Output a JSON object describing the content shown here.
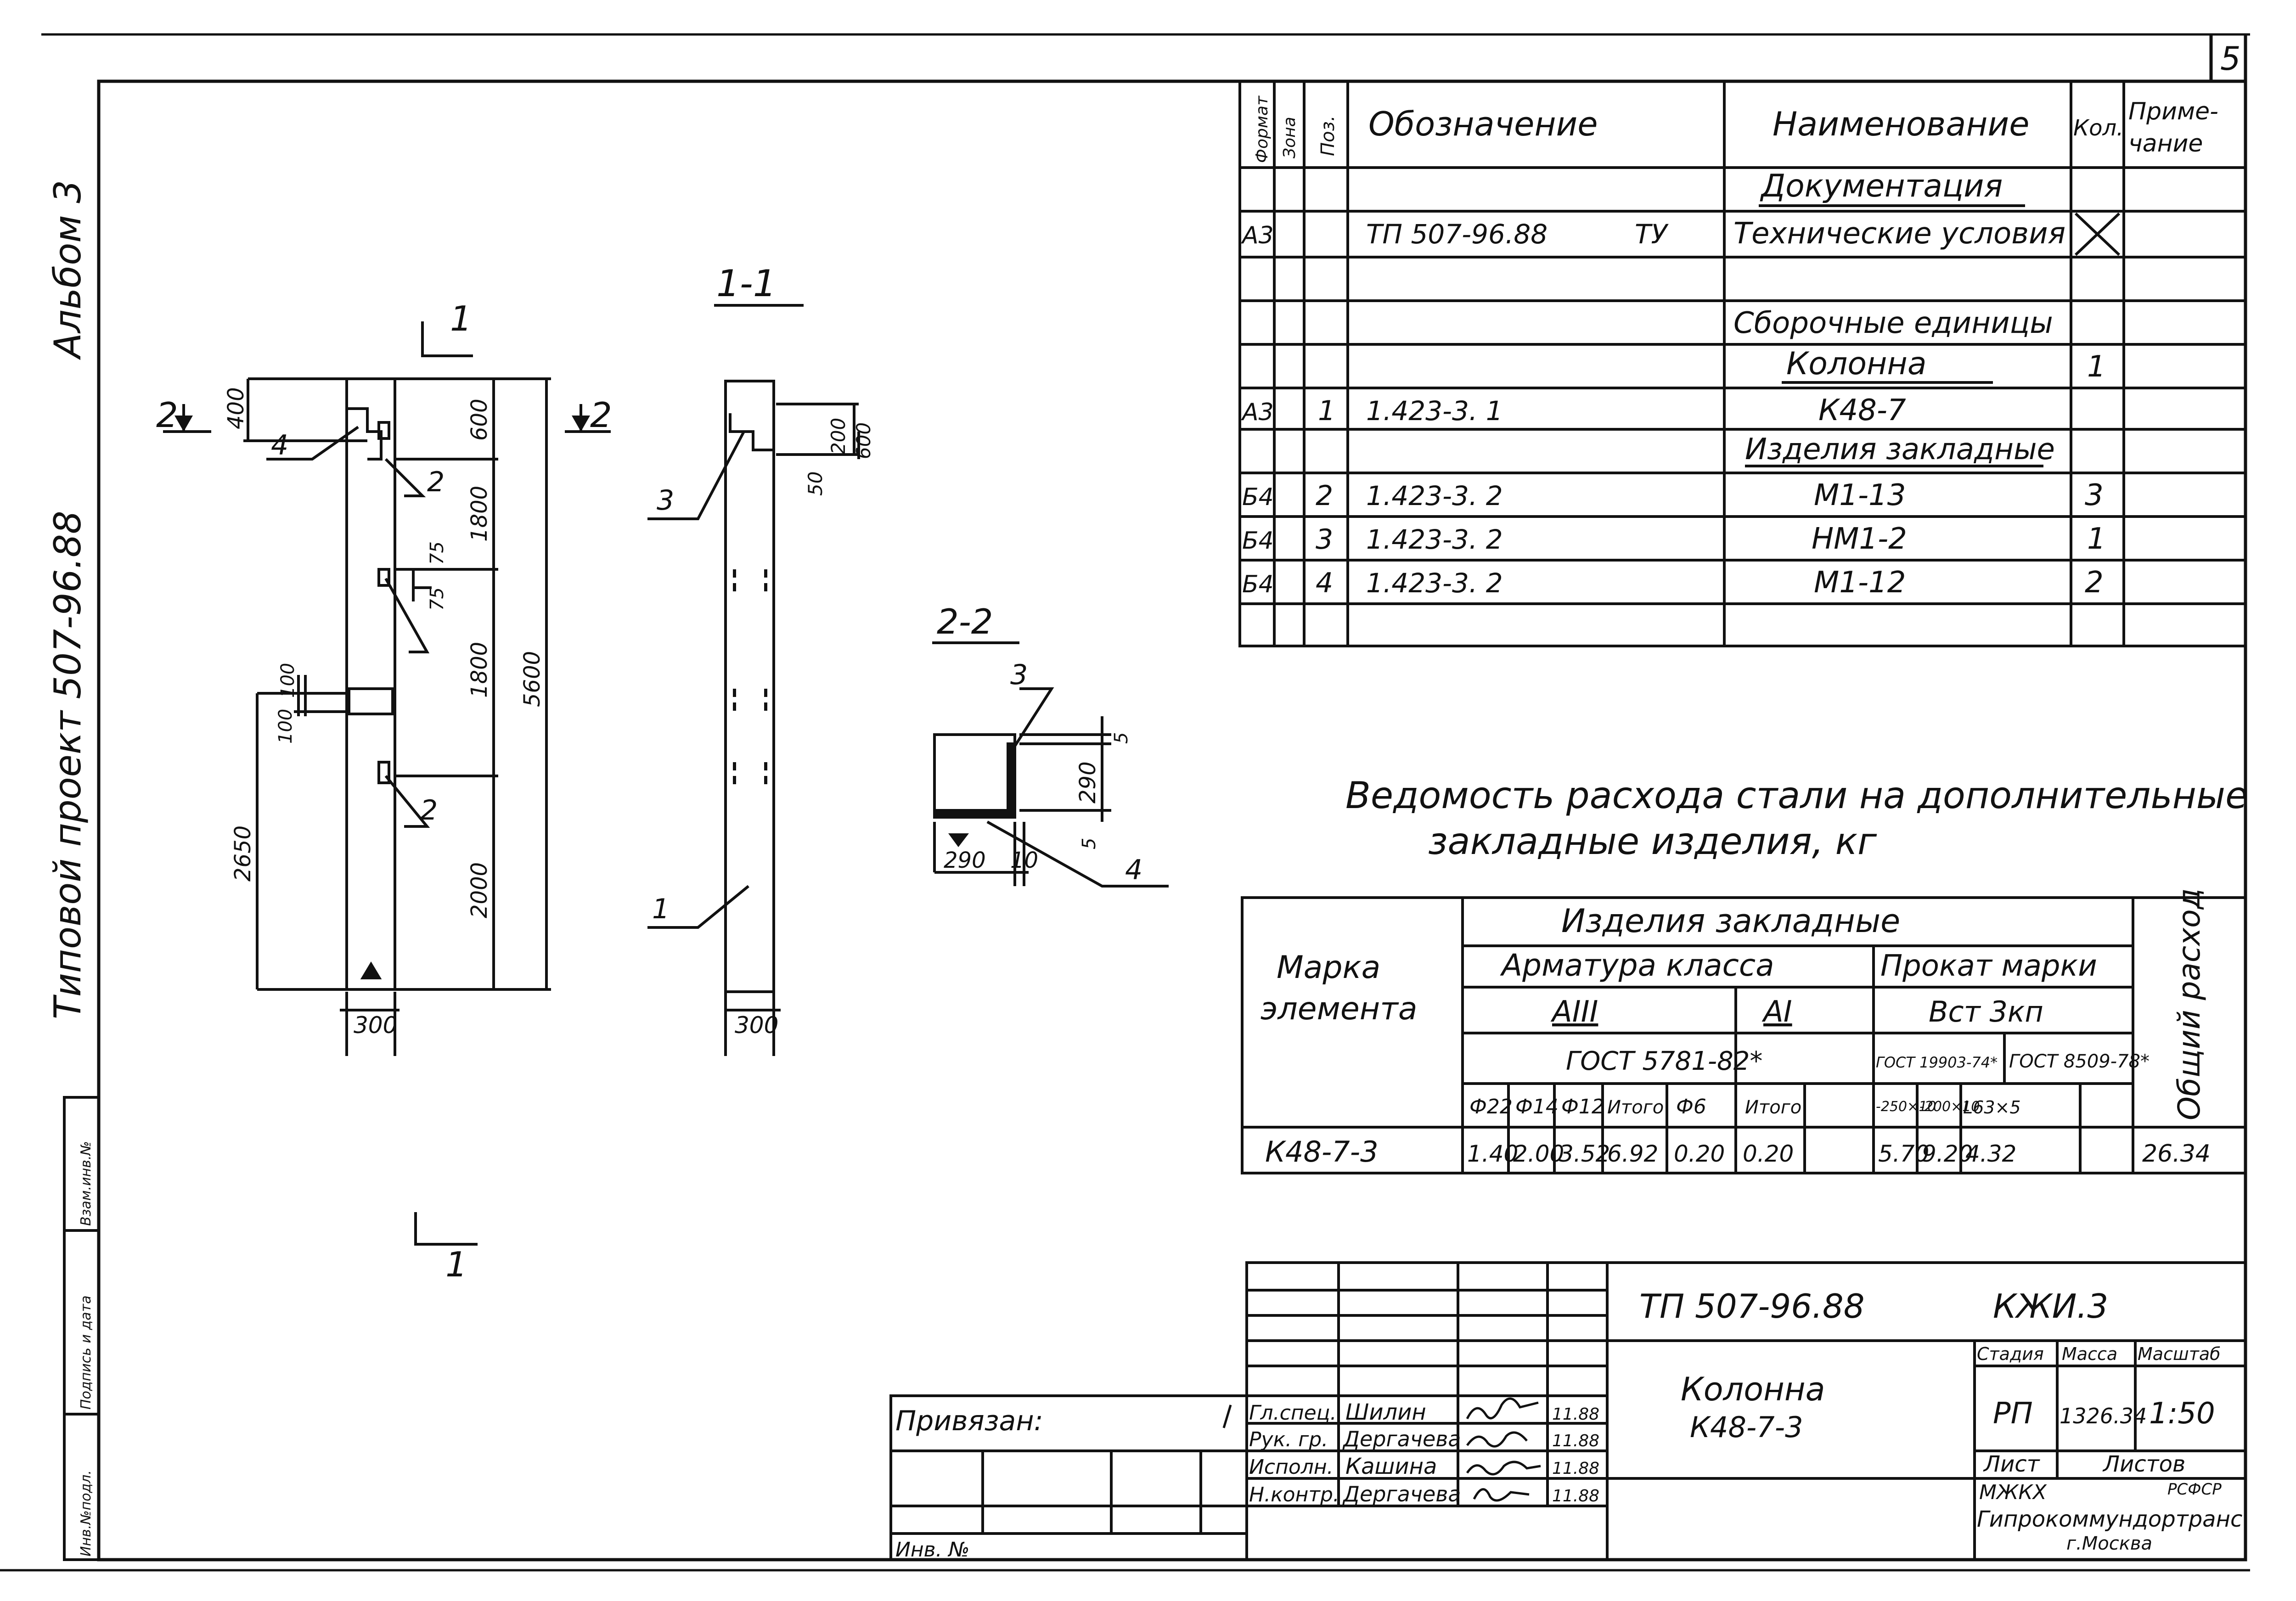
{
  "sheet_number": "5",
  "side_text": {
    "album": "Альбом 3",
    "project": "Типовой проект 507-96.88"
  },
  "margin_stamp": [
    "Инв.№подл.",
    "Подпись и дата",
    "Взам.инв.№"
  ],
  "drawing": {
    "section_1_1": "1-1",
    "section_2_2": "2-2",
    "cut_mark_1": "1",
    "cut_mark_2": "2",
    "dims_main": [
      "400",
      "600",
      "1800",
      "1800",
      "5600",
      "2000",
      "2650",
      "100",
      "100",
      "75",
      "75",
      "300"
    ],
    "dims_1_1": [
      "200",
      "600",
      "50",
      "300"
    ],
    "dims_2_2": [
      "5",
      "290",
      "5",
      "290",
      "10"
    ],
    "positions": [
      "1",
      "2",
      "2",
      "3",
      "3",
      "4",
      "4"
    ]
  },
  "spec_table": {
    "headers": [
      "Формат",
      "Зона",
      "Поз.",
      "Обозначение",
      "Наименование",
      "Кол.",
      "Приме-чание"
    ],
    "rows": [
      {
        "format": "",
        "pos": "",
        "designation": "",
        "name": "Документация",
        "qty": "",
        "type": "heading"
      },
      {
        "format": "А3",
        "pos": "",
        "designation": "ТП 507-96.88",
        "designation_suffix": "ТУ",
        "name": "Технические условия",
        "qty": "",
        "type": "cross"
      },
      {
        "format": "",
        "pos": "",
        "designation": "",
        "name": "",
        "qty": "",
        "type": "blank"
      },
      {
        "format": "",
        "pos": "",
        "designation": "",
        "name": "Сборочные единицы",
        "qty": "",
        "type": "plain"
      },
      {
        "format": "",
        "pos": "",
        "designation": "",
        "name": "Колонна",
        "qty": "1",
        "type": "heading"
      },
      {
        "format": "А3",
        "pos": "1",
        "designation": "1.423-3. 1",
        "name": "К48-7",
        "qty": "",
        "type": "plain"
      },
      {
        "format": "",
        "pos": "",
        "designation": "",
        "name": "Изделия закладные",
        "qty": "",
        "type": "heading"
      },
      {
        "format": "Б4",
        "pos": "2",
        "designation": "1.423-3. 2",
        "name": "М1-13",
        "qty": "3",
        "type": "plain"
      },
      {
        "format": "Б4",
        "pos": "3",
        "designation": "1.423-3. 2",
        "name": "НМ1-2",
        "qty": "1",
        "type": "plain"
      },
      {
        "format": "Б4",
        "pos": "4",
        "designation": "1.423-3. 2",
        "name": "М1-12",
        "qty": "2",
        "type": "plain"
      },
      {
        "format": "",
        "pos": "",
        "designation": "",
        "name": "",
        "qty": "",
        "type": "blank"
      }
    ]
  },
  "steel_title": {
    "line1": "Ведомость расхода стали на дополнительные",
    "line2": "закладные изделия, кг"
  },
  "steel_table": {
    "mark_header": "Марка элемента",
    "group_header": "Изделия закладные",
    "total_header": "Общий расход",
    "armatura": "Арматура класса",
    "prokat": "Прокат марки",
    "a3": "АIII",
    "a1": "АI",
    "vst": "Вст 3кп",
    "gost_main": "ГОСТ 5781-82*",
    "gost_19903": "ГОСТ 19903-74*",
    "gost_8509": "ГОСТ 8509-78*",
    "cols": [
      "Ф22",
      "Ф14",
      "Ф12",
      "Итого",
      "Ф6",
      "Итого",
      "-250×10",
      "-200×10",
      "L63×5",
      ""
    ],
    "row_mark": "К48-7-3",
    "row_values": [
      "1.40",
      "2.00",
      "3.52",
      "6.92",
      "0.20",
      "0.20",
      "5.70",
      "9.20",
      "4.32",
      ""
    ],
    "row_total": "26.34"
  },
  "title_block": {
    "code": "ТП 507-96.88",
    "mark": "КЖИ.3",
    "object_line1": "Колонна",
    "object_line2": "К48-7-3",
    "stage_label": "Стадия",
    "mass_label": "Масса",
    "scale_label": "Масштаб",
    "stage": "РП",
    "mass": "1326.34",
    "scale": "1:50",
    "sheet_label": "Лист",
    "sheets_label": "Листов",
    "org1": "МЖКХ",
    "org2": "РСФСР",
    "org3": "Гипрокоммундортранс",
    "org4": "г.Москва",
    "bound": "Привязан:",
    "inv": "Инв. №",
    "signers": [
      {
        "role": "Гл.спец.",
        "name": "Шилин",
        "date": "11.88"
      },
      {
        "role": "Рук. гр.",
        "name": "Дергачева",
        "date": "11.88"
      },
      {
        "role": "Исполн.",
        "name": "Кашина",
        "date": "11.88"
      },
      {
        "role": "Н.контр.",
        "name": "Дергачева",
        "date": "11.88"
      }
    ]
  }
}
